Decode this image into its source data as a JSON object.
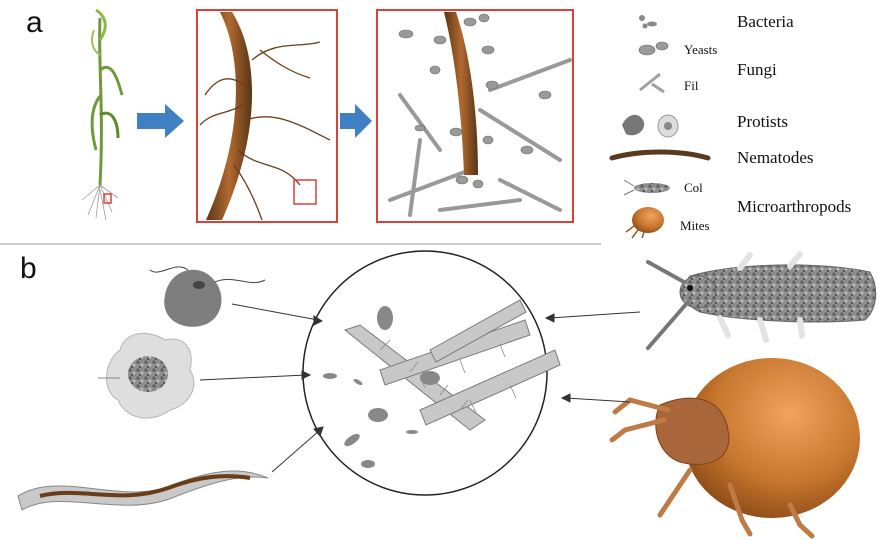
{
  "panels": {
    "a_label": "a",
    "b_label": "b"
  },
  "legend": {
    "bacteria": "Bacteria",
    "yeasts": "Yeasts",
    "fungi": "Fungi",
    "fil": "Fil",
    "protists": "Protists",
    "nematodes": "Nematodes",
    "col": "Col",
    "microarthropods": "Microarthropods",
    "mites": "Mites"
  },
  "colors": {
    "frame_red": "#d9413a",
    "arrow_blue": "#3f7fc4",
    "root_brown": "#8a5226",
    "mite_orange": "#c8772e",
    "organism_gray": "#a8a8a8"
  }
}
